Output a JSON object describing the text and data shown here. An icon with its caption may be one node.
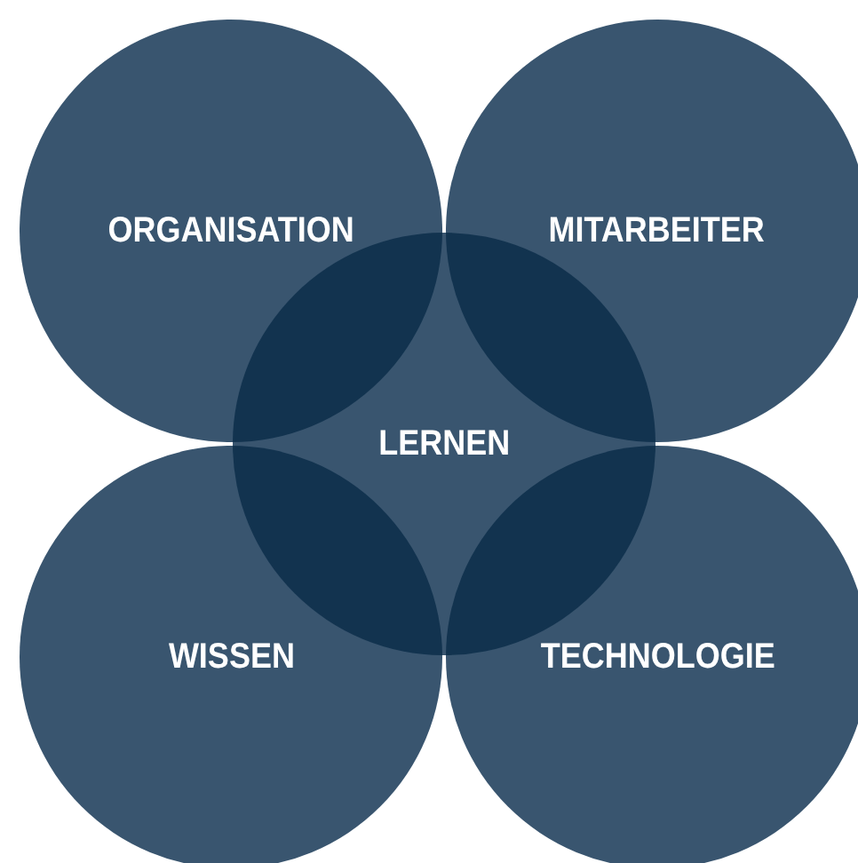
{
  "diagram": {
    "nodes": [
      {
        "text": [
          "ORGANISATION"
        ]
      },
      {
        "text": [
          "MITARBEITER"
        ]
      },
      {
        "text": [
          "LERNEN"
        ]
      },
      {
        "text": [
          "WISSEN"
        ]
      },
      {
        "text": [
          "TECHNOLOGIE"
        ]
      }
    ]
  }
}
